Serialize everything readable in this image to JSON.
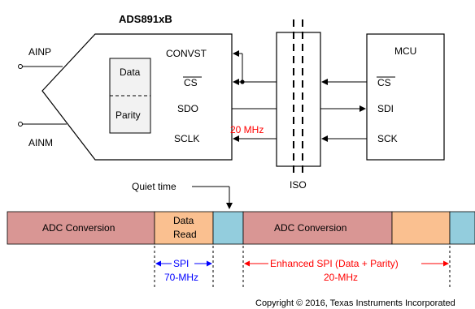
{
  "adc": {
    "part_name": "ADS891xB",
    "pins": {
      "convst": "CONVST",
      "cs": "CS",
      "sdo": "SDO",
      "sclk": "SCLK"
    },
    "register": {
      "data": "Data",
      "parity": "Parity"
    }
  },
  "inputs": {
    "ainp": "AINP",
    "ainm": "AINM"
  },
  "mcu": {
    "title": "MCU",
    "pins": {
      "cs": "CS",
      "sdi": "SDI",
      "sck": "SCK"
    }
  },
  "clock_freq": "20 MHz",
  "iso_label": "ISO",
  "quiet_time_label": "Quiet time",
  "timeline": {
    "segments": [
      {
        "label": "ADC Conversion",
        "color": "#d99694"
      },
      {
        "label_line1": "Data",
        "label_line2": "Read",
        "color": "#fac090"
      },
      {
        "label": "",
        "color": "#93cddd"
      },
      {
        "label": "ADC Conversion",
        "color": "#d99694"
      },
      {
        "label": "",
        "color": "#fac090"
      },
      {
        "label": "",
        "color": "#93cddd"
      }
    ]
  },
  "spi": {
    "label": "SPI",
    "freq": "70-MHz"
  },
  "enhanced_spi": {
    "label": "Enhanced SPI (Data + Parity)",
    "freq": "20-MHz"
  },
  "copyright": "Copyright © 2016, Texas Instruments Incorporated",
  "colors": {
    "blue_annotation": "#0000ff",
    "red_annotation": "#ff0000"
  }
}
